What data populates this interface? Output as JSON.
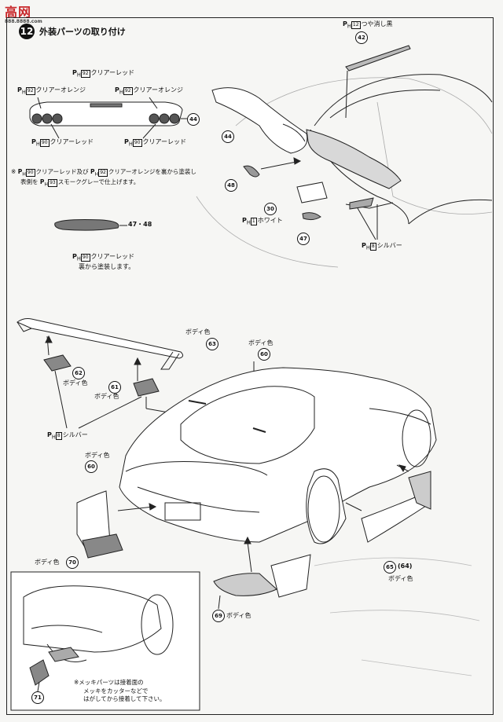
{
  "watermark": {
    "text": "高网",
    "sub": "888.8888.com"
  },
  "step": {
    "number": "12",
    "title": "外装パーツの取り付け"
  },
  "labels": {
    "ph92_clear_red_top": "クリアーレッド",
    "ph92_clear_orange_left": "クリアーオレンジ",
    "ph92_clear_orange_right": "クリアーオレンジ",
    "ph90_clear_red_left": "クリアーレッド",
    "ph90_clear_red_right": "クリアーレッド",
    "ph12_matte_black": "つや消し黒",
    "ph1_white": "ホワイト",
    "ph8_silver_top": "シルバー",
    "ph90_clear_red_lens": "クリアーレッド",
    "lens_note": "裏から塗装します。",
    "ph8_silver_wing": "シルバー",
    "body_color_63": "ボディ色",
    "body_color_60a": "ボディ色",
    "body_color_60b": "ボディ色",
    "body_color_62": "ボディ色",
    "body_color_61": "ボディ色",
    "body_color_70": "ボディ色",
    "body_color_65": "ボディ色",
    "body_color_69": "ボディ色"
  },
  "prefix": {
    "p": "P",
    "h": "H"
  },
  "codes": {
    "c92": "92",
    "c90": "90",
    "c12": "12",
    "c1": "1",
    "c8": "8",
    "c93": "93"
  },
  "note_paint": {
    "star": "※",
    "line1a": "クリアーレッド及び",
    "line1b": "クリアーオレンジを裏から塗装し",
    "line2a": "表側を",
    "line2b": "スモークグレーで仕上げます。"
  },
  "note_plating": {
    "line1": "※メッキパーツは接着面の",
    "line2": "メッキをカッターなどで",
    "line3": "はがしてから接着して下さい。"
  },
  "parts": {
    "p42": "42",
    "p44a": "44",
    "p44b": "44",
    "p48": "48",
    "p30": "30",
    "p47": "47",
    "p47_48": "47・48",
    "p47_label": "47",
    "p48_label": "48",
    "p63": "63",
    "p60a": "60",
    "p60b": "60",
    "p62": "62",
    "p61": "61",
    "p70": "70",
    "p65": "65",
    "p64": "(64)",
    "p69": "69",
    "p71": "71"
  }
}
